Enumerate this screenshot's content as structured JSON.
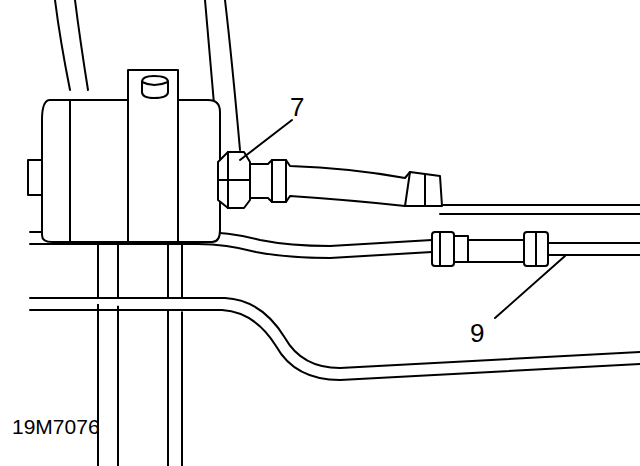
{
  "diagram": {
    "labels": [
      "7",
      "9",
      "19M7076"
    ]
  }
}
